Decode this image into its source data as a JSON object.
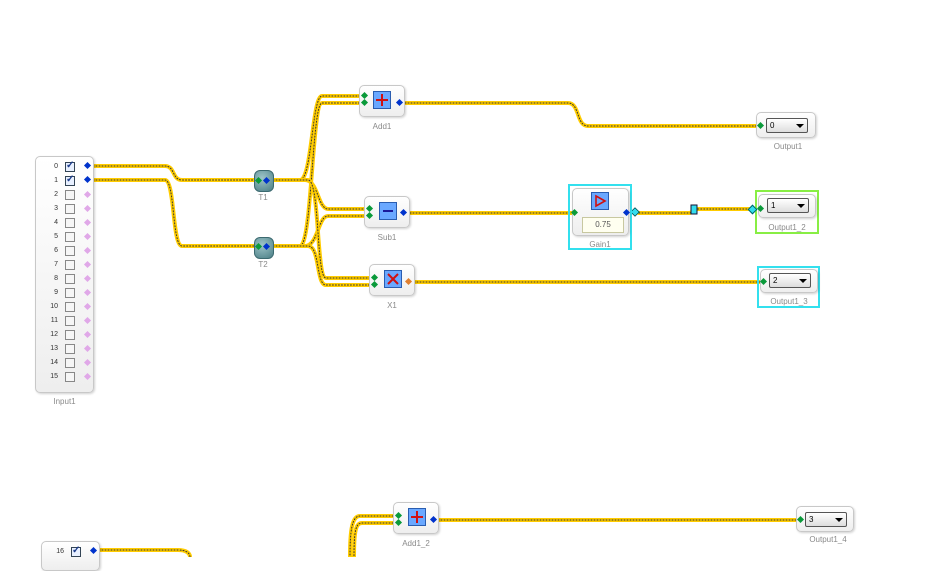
{
  "input_block": {
    "label": "Input1",
    "rows": [
      {
        "n": "0",
        "checked": true
      },
      {
        "n": "1",
        "checked": true
      },
      {
        "n": "2",
        "checked": false
      },
      {
        "n": "3",
        "checked": false
      },
      {
        "n": "4",
        "checked": false
      },
      {
        "n": "5",
        "checked": false
      },
      {
        "n": "6",
        "checked": false
      },
      {
        "n": "7",
        "checked": false
      },
      {
        "n": "8",
        "checked": false
      },
      {
        "n": "9",
        "checked": false
      },
      {
        "n": "10",
        "checked": false
      },
      {
        "n": "11",
        "checked": false
      },
      {
        "n": "12",
        "checked": false
      },
      {
        "n": "13",
        "checked": false
      },
      {
        "n": "14",
        "checked": false
      },
      {
        "n": "15",
        "checked": false
      }
    ]
  },
  "input_block_2": {
    "row_number": "16",
    "checked": true
  },
  "taps": {
    "t1_label": "T1",
    "t2_label": "T2"
  },
  "ops": {
    "add1_label": "Add1",
    "sub1_label": "Sub1",
    "x1_label": "X1",
    "add1_2_label": "Add1_2"
  },
  "gain": {
    "label": "Gain1",
    "value": "0.75"
  },
  "outputs": {
    "o1": {
      "label": "Output1",
      "value": "0"
    },
    "o2": {
      "label": "Output1_2",
      "value": "1"
    },
    "o3": {
      "label": "Output1_3",
      "value": "2"
    },
    "o4": {
      "label": "Output1_4",
      "value": "3"
    }
  },
  "colors": {
    "wire": "#ffcc00",
    "wire_dash": "#333333",
    "port_in": "#0a9a3a",
    "port_out": "#0033cc",
    "port_unused": "#e0a8e8",
    "selected_cyan": "#33e0ee",
    "selected_green": "#88ee44"
  }
}
